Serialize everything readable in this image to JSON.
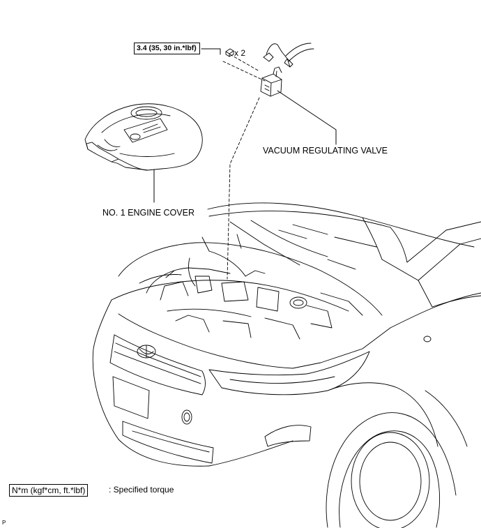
{
  "labels": {
    "torque": "3.4 (35, 30 in.*lbf)",
    "quantity": "x 2",
    "valve": "VACUUM REGULATING VALVE",
    "cover": "NO. 1 ENGINE COVER"
  },
  "legend": {
    "unit_box": "N*m (kgf*cm, ft.*lbf)",
    "description": ": Specified torque"
  },
  "corner_mark": "P"
}
